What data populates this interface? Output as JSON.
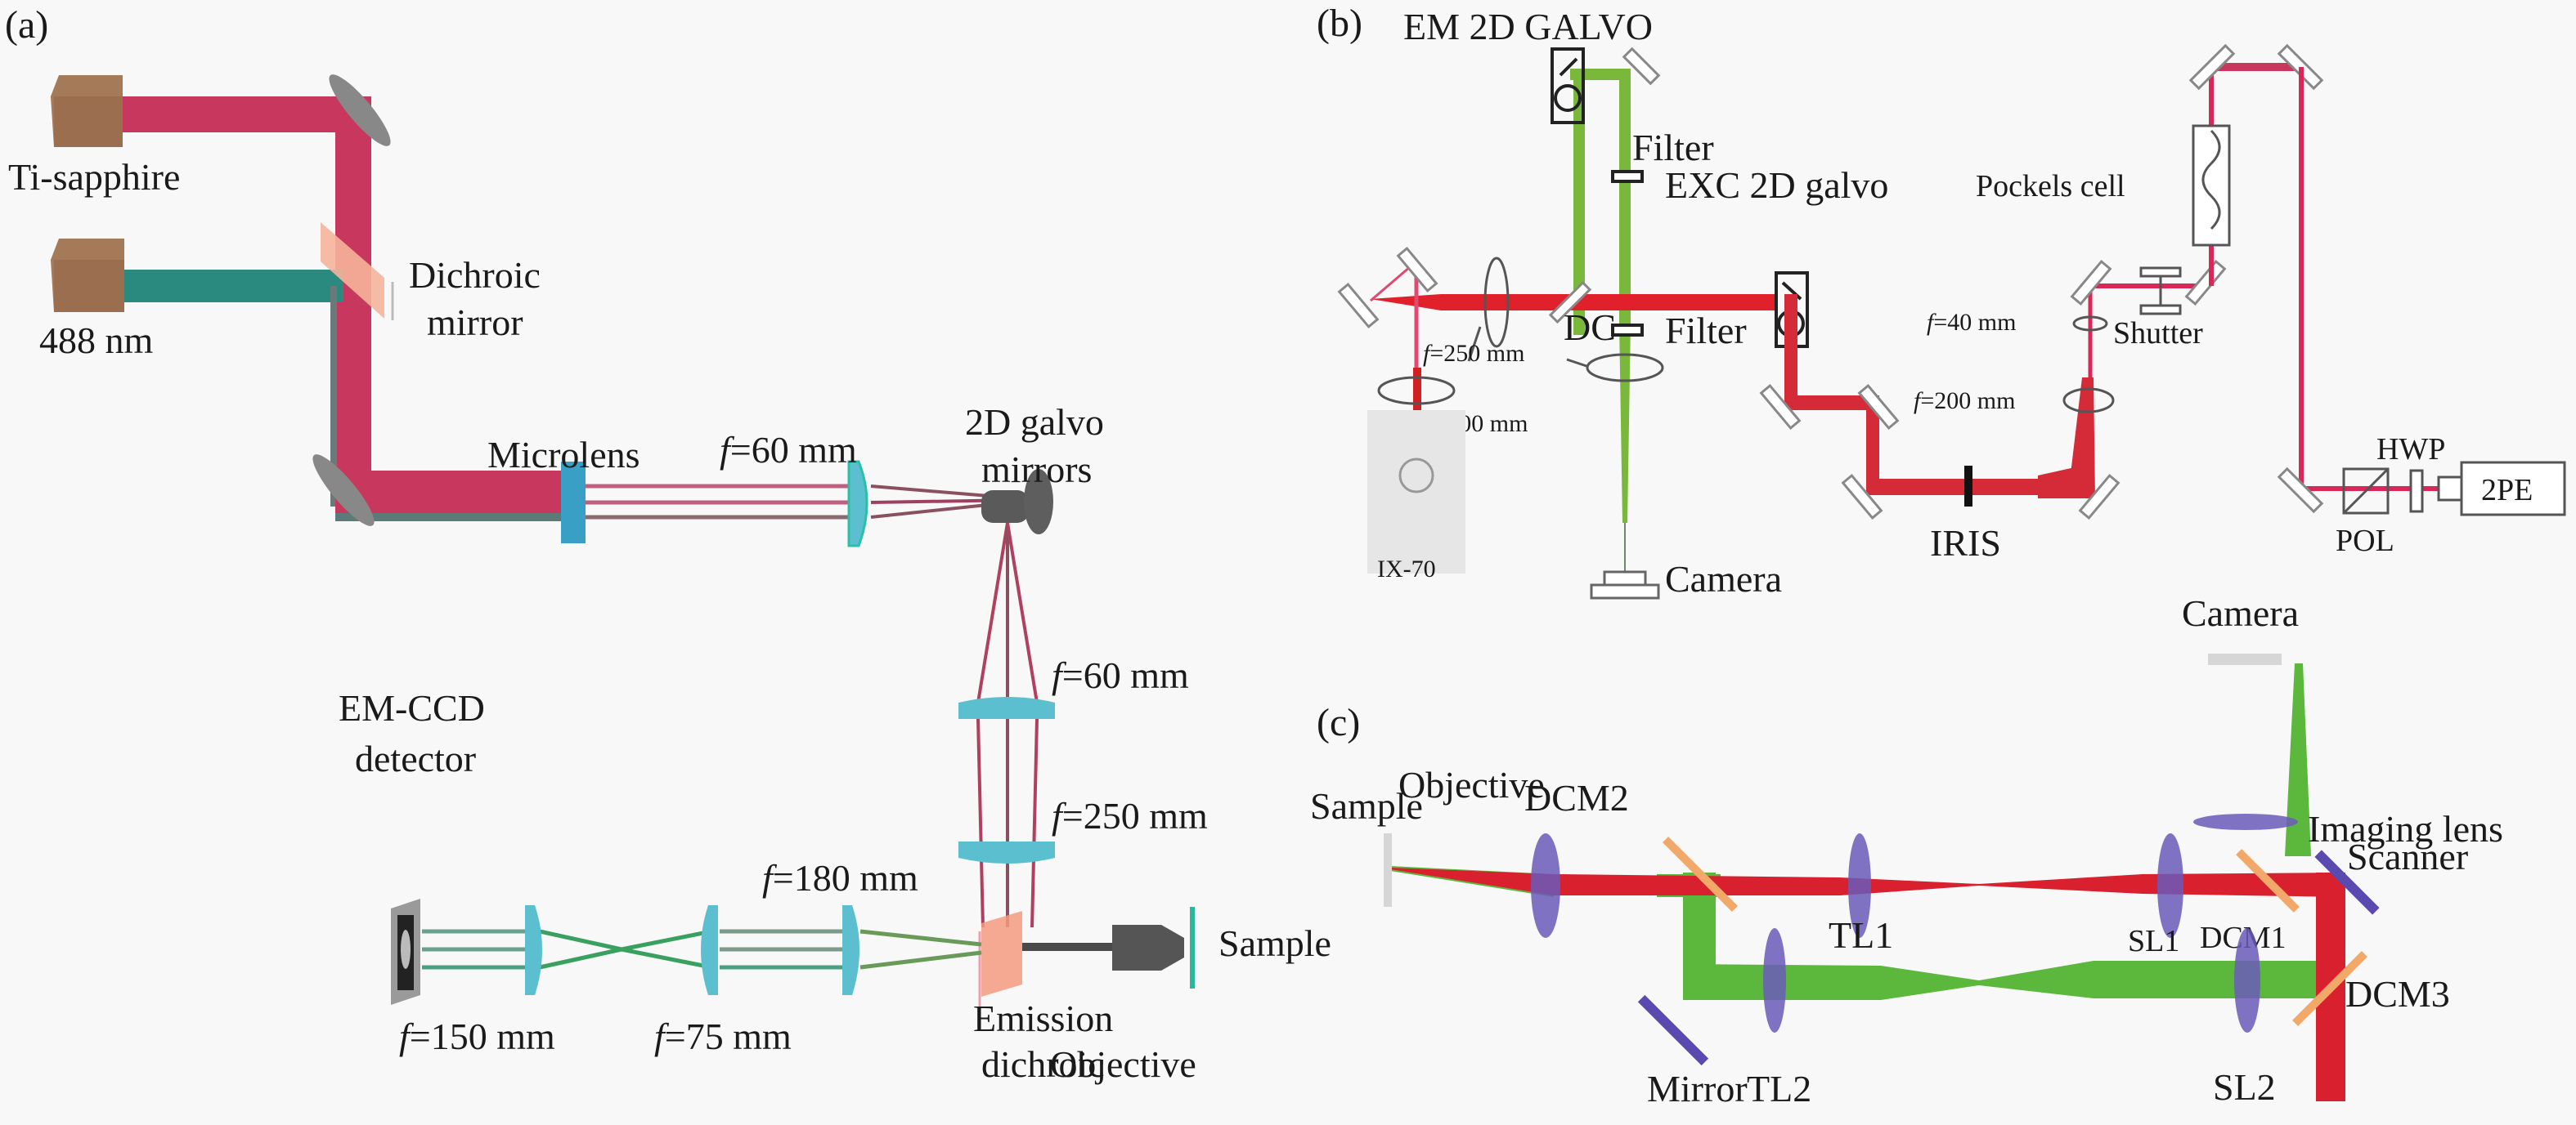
{
  "figure": {
    "panels": [
      {
        "id": "a",
        "label": "(a)",
        "components": {
          "laser_1": "Ti-sapphire",
          "laser_2": "488 nm",
          "dichroic": [
            "Dichroic",
            "mirror"
          ],
          "microlens": "Microlens",
          "lens_1": {
            "f": "f",
            "value": "=60 mm"
          },
          "galvo": [
            "2D galvo",
            "mirrors"
          ],
          "lens_2": {
            "f": "f",
            "value": "=60 mm"
          },
          "lens_3": {
            "f": "f",
            "value": "=250 mm"
          },
          "lens_4": {
            "f": "f",
            "value": "=180 mm"
          },
          "detector": [
            "EM-CCD",
            "detector"
          ],
          "lens_5": {
            "f": "f",
            "value": "=150 mm"
          },
          "lens_6": {
            "f": "f",
            "value": "=75 mm"
          },
          "emission_dichroic": [
            "Emission",
            "dichroic"
          ],
          "objective": "Objective",
          "sample": "Sample"
        }
      },
      {
        "id": "b",
        "label": "(b)",
        "components": {
          "em_galvo": "EM 2D GALVO",
          "filter_top": "Filter",
          "exc_galvo": "EXC 2D galvo",
          "dc": "DC",
          "lens_250": {
            "f": "f",
            "value": "=250 mm"
          },
          "lens_200_left": {
            "f": "f",
            "value": "=200 mm"
          },
          "filter_bottom": "Filter",
          "microscope": "IX-70",
          "camera": "Camera",
          "iris": "IRIS",
          "lens_200_right": {
            "f": "f",
            "value": "=200 mm"
          },
          "lens_40": {
            "f": "f",
            "value": "=40 mm"
          },
          "shutter": "Shutter",
          "pockels": "Pockels cell",
          "hwp": "HWP",
          "pol": "POL",
          "source": "2PE"
        }
      },
      {
        "id": "c",
        "label": "(c)",
        "components": {
          "camera": "Camera",
          "sample": "Sample",
          "objective": "Objective",
          "dcm2": "DCM2",
          "tl1": "TL1",
          "sl1": "SL1",
          "dcm1": "DCM1",
          "imaging_lens": "Imaging lens",
          "scanner": "Scanner",
          "mirror": "Mirror",
          "tl2": "TL2",
          "sl2": "SL2",
          "dcm3": "DCM3"
        }
      }
    ],
    "colors": {
      "background": "#f8f8f8",
      "ir_beam": "#c8385e",
      "blue_beam": "#2a8a80",
      "laser_box": "#a57a58",
      "lens_cyan": "#5bbfcf",
      "mirror_gray": "#7a7a7a",
      "red_beam": "#e0202a",
      "green_beam": "#5cb83c",
      "lens_purple": "#6a5ab8",
      "dichroic_orange": "#f2a868"
    }
  }
}
